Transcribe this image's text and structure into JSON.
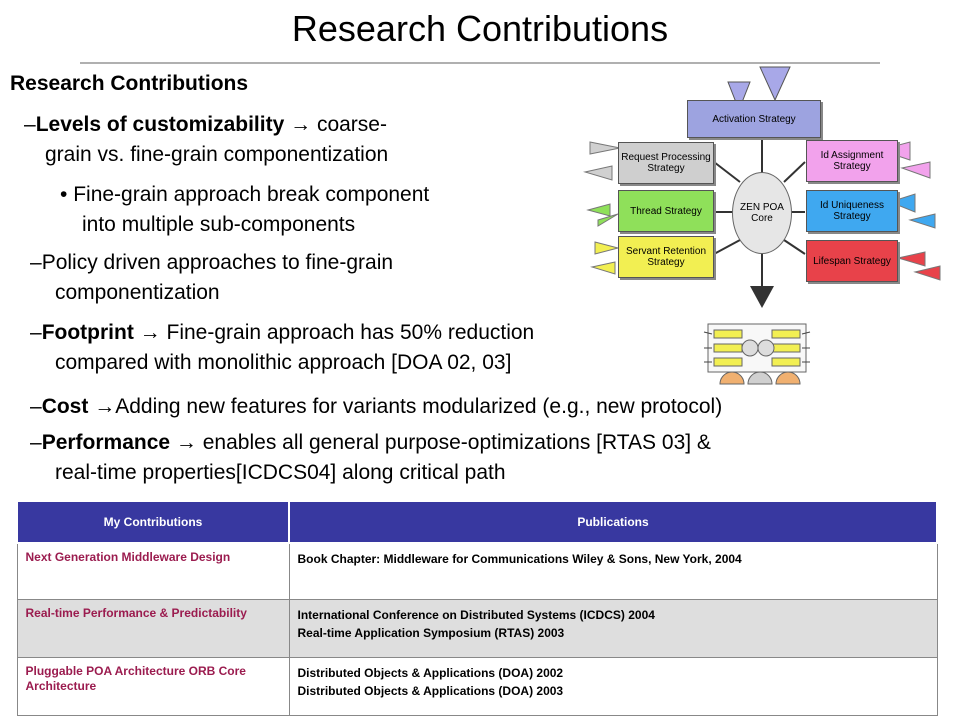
{
  "slide": {
    "title": "Research Contributions",
    "heading": "Research Contributions"
  },
  "bullets": {
    "b1_bold": "Levels of customizability",
    "b1_rest_line1": " coarse-",
    "b1_line2": "grain vs. fine-grain componentization",
    "sub1_line1": "Fine-grain approach break component",
    "sub1_line2": "into multiple sub-components",
    "b2_line1": "Policy driven approaches to fine-grain",
    "b2_line2": "componentization",
    "b3_bold": "Footprint",
    "b3_rest_line1": " Fine-grain approach has 50% reduction",
    "b3_line2": "compared with monolithic approach [DOA 02, 03]",
    "b4_bold": "Cost",
    "b4_rest": "Adding new features for variants modularized (e.g., new protocol)",
    "b5_bold": "Performance",
    "b5_rest_line1": " enables all general purpose-optimizations [RTAS 03] &",
    "b5_line2": "real-time properties[ICDCS04] along critical path"
  },
  "diagram": {
    "activation": "Activation Strategy",
    "request_processing": "Request Processing Strategy",
    "thread": "Thread Strategy",
    "servant_retention": "Servant Retention Strategy",
    "id_assignment": "Id Assignment Strategy",
    "id_uniqueness": "Id Uniqueness Strategy",
    "lifespan": "Lifespan Strategy",
    "core": "ZEN POA Core",
    "colors": {
      "activation": "#9da3e0",
      "request_processing": "#cfcfcf",
      "thread": "#8fe05a",
      "servant_retention": "#f2ef52",
      "id_assignment": "#f2a2ec",
      "id_uniqueness": "#3fa8f0",
      "lifespan": "#e8424a"
    }
  },
  "table": {
    "headers": [
      "My Contributions",
      "Publications"
    ],
    "rows": [
      {
        "contribution": "Next Generation Middleware Design",
        "pubs": [
          "Book Chapter: Middleware for Communications Wiley & Sons, New York, 2004"
        ]
      },
      {
        "contribution": "Real-time Performance & Predictability",
        "pubs": [
          "International Conference on Distributed Systems (ICDCS) 2004",
          "Real-time Application Symposium (RTAS) 2003"
        ]
      },
      {
        "contribution": "Pluggable POA Architecture ORB Core Architecture",
        "pubs": [
          "Distributed Objects & Applications (DOA) 2002",
          "Distributed Objects & Applications (DOA) 2003"
        ]
      }
    ]
  }
}
